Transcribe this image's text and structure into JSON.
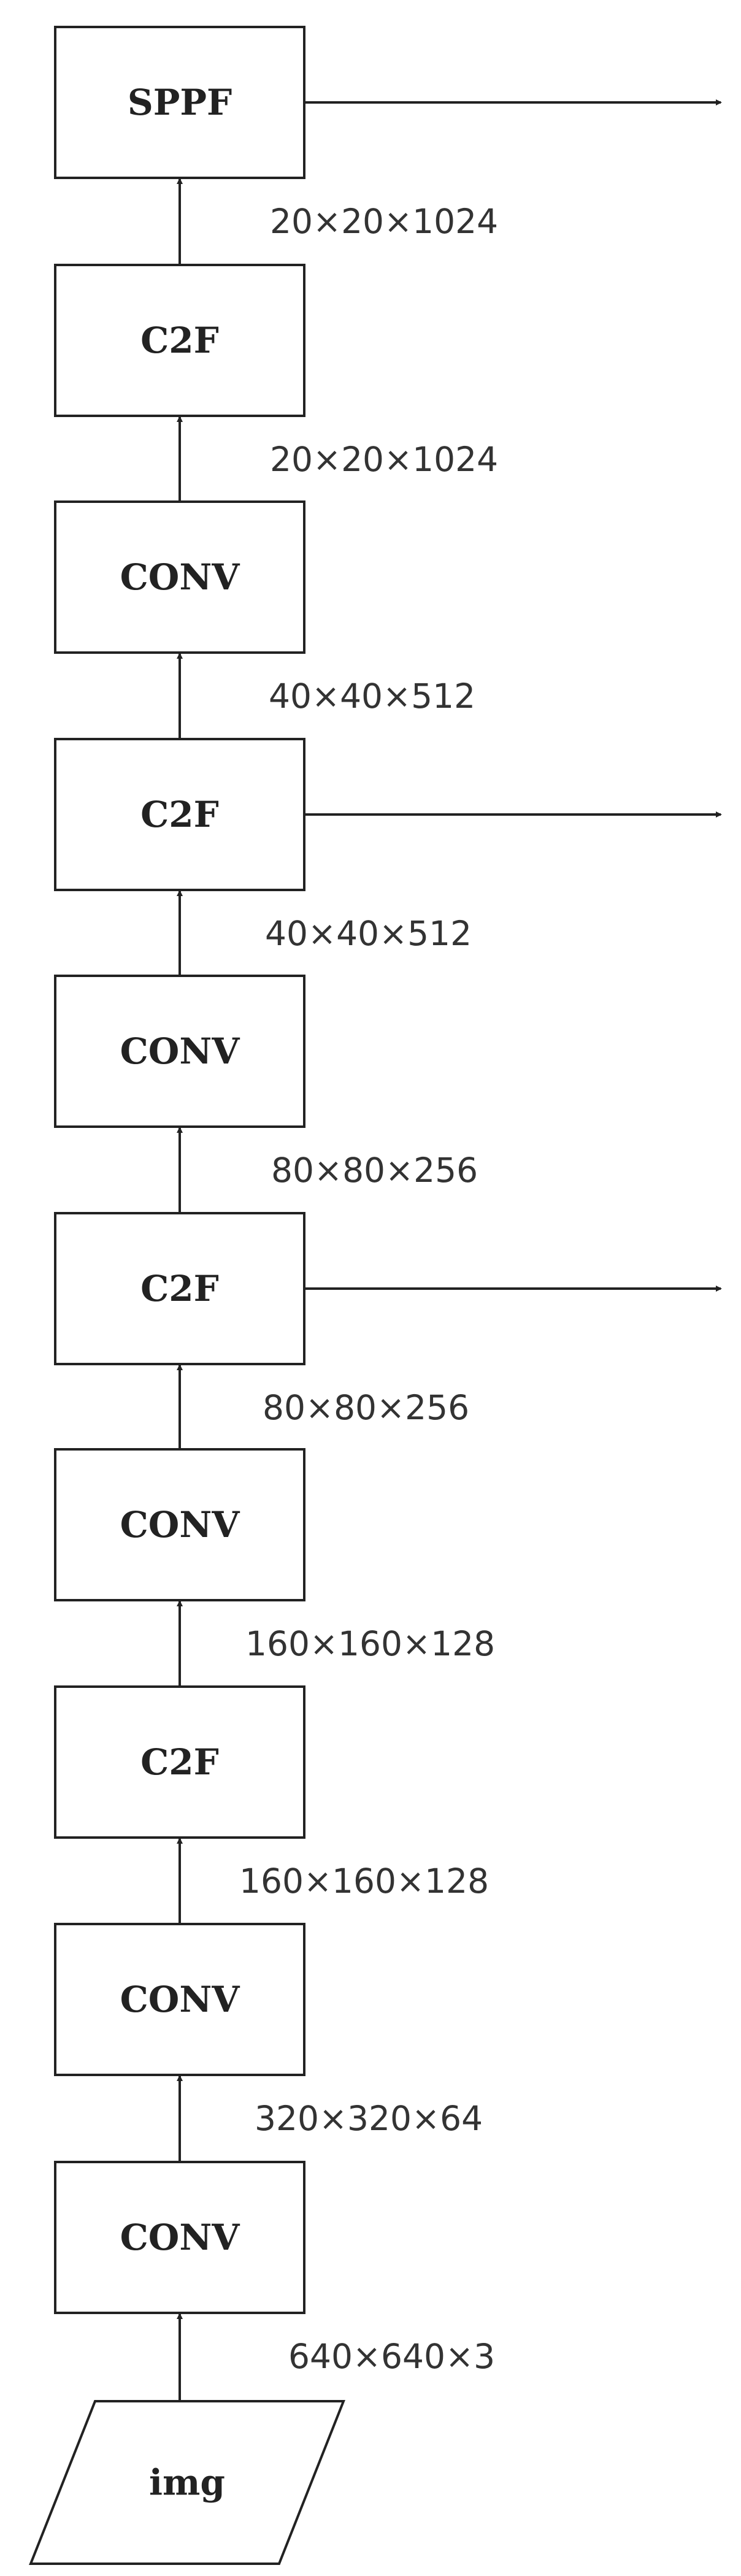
{
  "blocks": [
    {
      "id": "sppf",
      "label": "SPPF",
      "has_output": true
    },
    {
      "id": "c2f4",
      "label": "C2F",
      "has_output": false
    },
    {
      "id": "conv5",
      "label": "CONV",
      "has_output": false
    },
    {
      "id": "c2f3",
      "label": "C2F",
      "has_output": true
    },
    {
      "id": "conv4",
      "label": "CONV",
      "has_output": false
    },
    {
      "id": "c2f2",
      "label": "C2F",
      "has_output": true
    },
    {
      "id": "conv3",
      "label": "CONV",
      "has_output": false
    },
    {
      "id": "c2f1",
      "label": "C2F",
      "has_output": false
    },
    {
      "id": "conv2",
      "label": "CONV",
      "has_output": false
    },
    {
      "id": "conv1",
      "label": "CONV",
      "has_output": false
    }
  ],
  "input": {
    "label": "img"
  },
  "connections": [
    {
      "from": "c2f4",
      "to": "sppf",
      "size": "20×20×1024"
    },
    {
      "from": "conv5",
      "to": "c2f4",
      "size": "20×20×1024"
    },
    {
      "from": "c2f3",
      "to": "conv5",
      "size": "40×40×512"
    },
    {
      "from": "conv4",
      "to": "c2f3",
      "size": "40×40×512"
    },
    {
      "from": "c2f2",
      "to": "conv4",
      "size": "80×80×256"
    },
    {
      "from": "conv3",
      "to": "c2f2",
      "size": "80×80×256"
    },
    {
      "from": "c2f1",
      "to": "conv3",
      "size": "160×160×128"
    },
    {
      "from": "conv2",
      "to": "c2f1",
      "size": "160×160×128"
    },
    {
      "from": "conv1",
      "to": "conv2",
      "size": "320×320×64"
    },
    {
      "from": "img",
      "to": "conv1",
      "size": "640×640×3"
    }
  ],
  "colors": {
    "stroke": "#222222",
    "text": "#222222",
    "background": "#ffffff"
  }
}
